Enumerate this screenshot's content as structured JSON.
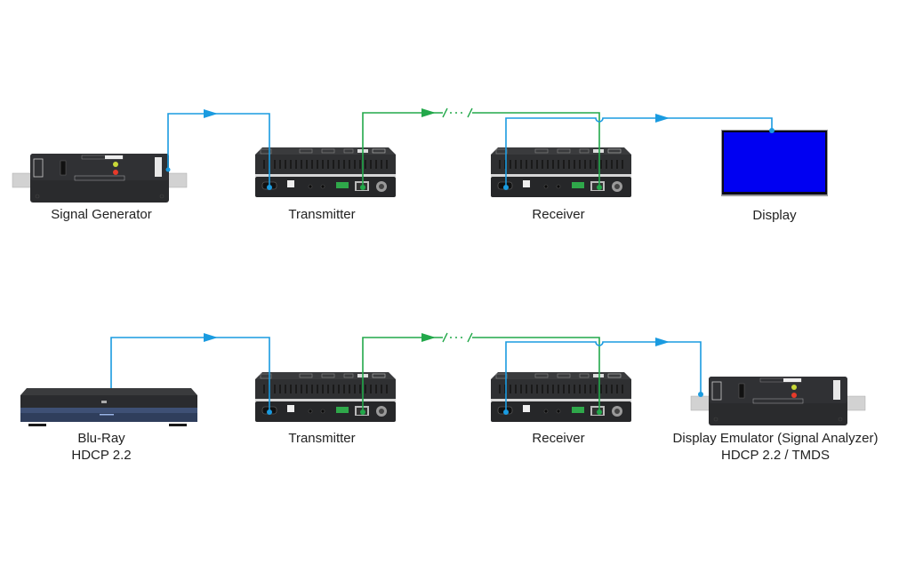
{
  "colors": {
    "hdmi_line": "#1a9be0",
    "hdbaset_line": "#22a84a",
    "device_body": "#2b2c2e",
    "display_screen": "#0000f2",
    "connector_metal": "#c8c8c8"
  },
  "rows": [
    {
      "devices": [
        {
          "id": "signal-generator",
          "label": "Signal Generator",
          "sublabel": ""
        },
        {
          "id": "transmitter",
          "label": "Transmitter",
          "sublabel": ""
        },
        {
          "id": "receiver",
          "label": "Receiver",
          "sublabel": ""
        },
        {
          "id": "display",
          "label": "Display",
          "sublabel": ""
        }
      ]
    },
    {
      "devices": [
        {
          "id": "blu-ray",
          "label": "Blu-Ray",
          "sublabel": "HDCP 2.2"
        },
        {
          "id": "transmitter",
          "label": "Transmitter",
          "sublabel": ""
        },
        {
          "id": "receiver",
          "label": "Receiver",
          "sublabel": ""
        },
        {
          "id": "display-emulator",
          "label": "Display Emulator (Signal Analyzer)",
          "sublabel": "HDCP 2.2 / TMDS"
        }
      ]
    }
  ],
  "connections": [
    {
      "type": "hdmi",
      "from": "source",
      "to": "transmitter"
    },
    {
      "type": "hdbaset",
      "from": "transmitter",
      "to": "receiver",
      "break": true
    },
    {
      "type": "hdmi",
      "from": "receiver",
      "to": "sink"
    }
  ]
}
